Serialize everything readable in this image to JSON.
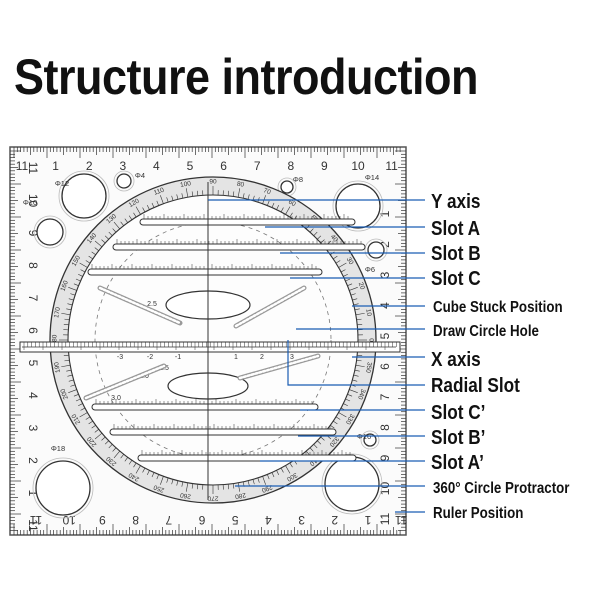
{
  "title": "Structure introduction",
  "labels": [
    {
      "id": "y-axis",
      "text": "Y axis"
    },
    {
      "id": "slot-a",
      "text": "Slot A"
    },
    {
      "id": "slot-b",
      "text": "Slot B"
    },
    {
      "id": "slot-c",
      "text": "Slot C"
    },
    {
      "id": "cube-stuck-position",
      "text": "Cube Stuck Position"
    },
    {
      "id": "draw-circle-hole",
      "text": "Draw Circle Hole"
    },
    {
      "id": "x-axis",
      "text": "X axis"
    },
    {
      "id": "radial-slot",
      "text": "Radial Slot"
    },
    {
      "id": "slot-c-prime",
      "text": "Slot C’"
    },
    {
      "id": "slot-b-prime",
      "text": "Slot B’"
    },
    {
      "id": "slot-a-prime",
      "text": "Slot A’"
    },
    {
      "id": "circle-protractor",
      "text": "360° Circle Protractor"
    },
    {
      "id": "ruler-position",
      "text": "Ruler Position"
    }
  ],
  "ruler": {
    "top_numbers": [
      "11",
      "1",
      "2",
      "3",
      "4",
      "5",
      "6",
      "7",
      "8",
      "9",
      "10",
      "11"
    ],
    "bottom_numbers": [
      "11",
      "10",
      "9",
      "8",
      "7",
      "6",
      "5",
      "4",
      "3",
      "2",
      "1",
      "11"
    ],
    "left_numbers": [
      "11",
      "10",
      "9",
      "8",
      "7",
      "6",
      "5",
      "4",
      "3",
      "2",
      "1",
      "11"
    ],
    "right_numbers": [
      "1",
      "2",
      "3",
      "4",
      "5",
      "6",
      "7",
      "8",
      "9",
      "10",
      "11"
    ],
    "protractor_numbers": [
      "90",
      "80",
      "70",
      "60",
      "50",
      "40",
      "30",
      "20",
      "10",
      "0",
      "350",
      "340",
      "330",
      "320",
      "310",
      "300",
      "290",
      "280",
      "270",
      "260",
      "250",
      "240",
      "230",
      "220",
      "210",
      "200",
      "190",
      "180",
      "170",
      "160",
      "150",
      "140",
      "130",
      "120",
      "110",
      "100"
    ],
    "hole_labels": [
      "Φ12",
      "Φ4",
      "Φ8",
      "Φ14",
      "Φ10",
      "Φ6",
      "Φ18",
      "Φ16"
    ],
    "slot_marks": [
      "-3",
      "-2",
      "-1",
      "1",
      "2",
      "3",
      "3.0",
      "2.5",
      "2.0",
      "1.5"
    ]
  },
  "colors": {
    "line": "#1a5db3",
    "ink": "#111111",
    "ruler": "#333333",
    "protractor_fill": "#e4e4e4"
  }
}
